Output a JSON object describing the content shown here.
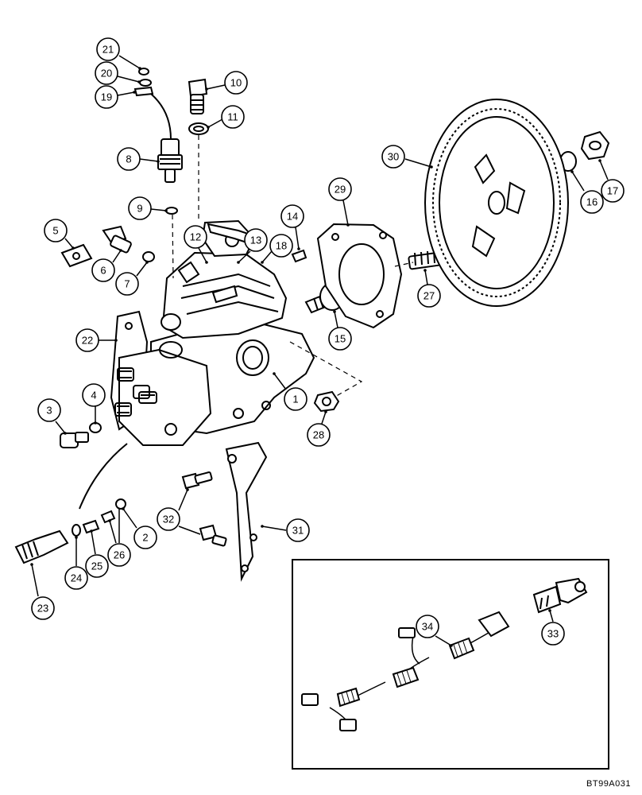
{
  "diagram": {
    "reference_code": "BT99A031",
    "callouts": [
      "1",
      "2",
      "3",
      "4",
      "5",
      "6",
      "7",
      "8",
      "9",
      "10",
      "11",
      "12",
      "13",
      "14",
      "15",
      "16",
      "17",
      "18",
      "19",
      "20",
      "21",
      "22",
      "23",
      "24",
      "25",
      "26",
      "27",
      "28",
      "29",
      "30",
      "31",
      "32",
      "33",
      "34"
    ]
  }
}
